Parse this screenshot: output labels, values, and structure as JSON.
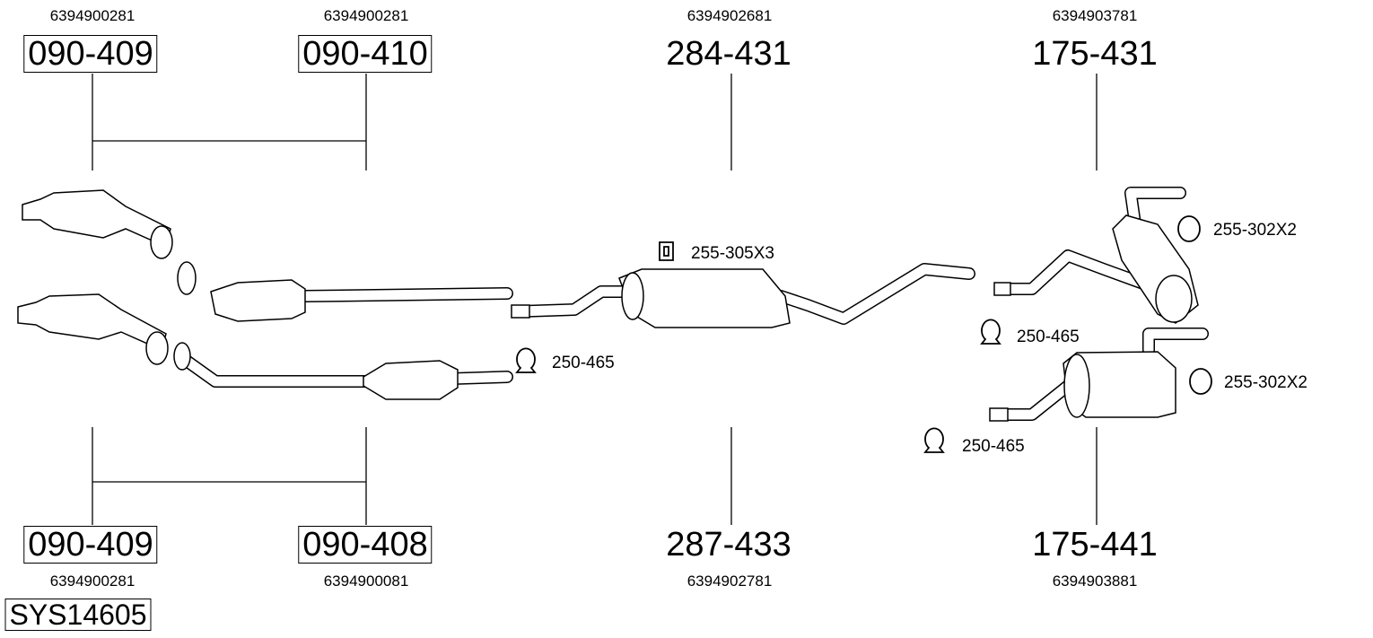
{
  "system_id": "SYS14605",
  "top_parts": [
    {
      "part": "090-409",
      "oem": "6394900281"
    },
    {
      "part": "090-410",
      "oem": "6394900281"
    },
    {
      "part": "284-431",
      "oem": "6394902681"
    },
    {
      "part": "175-431",
      "oem": "6394903781"
    }
  ],
  "bottom_parts": [
    {
      "part": "090-409",
      "oem": "6394900281"
    },
    {
      "part": "090-408",
      "oem": "6394900081"
    },
    {
      "part": "287-433",
      "oem": "6394902781"
    },
    {
      "part": "175-441",
      "oem": "6394903881"
    }
  ],
  "accessories": [
    {
      "label": "255-305X3",
      "icon": "rubber-hanger-icon"
    },
    {
      "label": "250-465",
      "icon": "clamp-icon"
    },
    {
      "label": "255-302X2",
      "icon": "rubber-ring-icon"
    },
    {
      "label": "250-465",
      "icon": "clamp-icon"
    },
    {
      "label": "255-302X2",
      "icon": "rubber-ring-icon"
    },
    {
      "label": "250-465",
      "icon": "clamp-icon"
    }
  ]
}
